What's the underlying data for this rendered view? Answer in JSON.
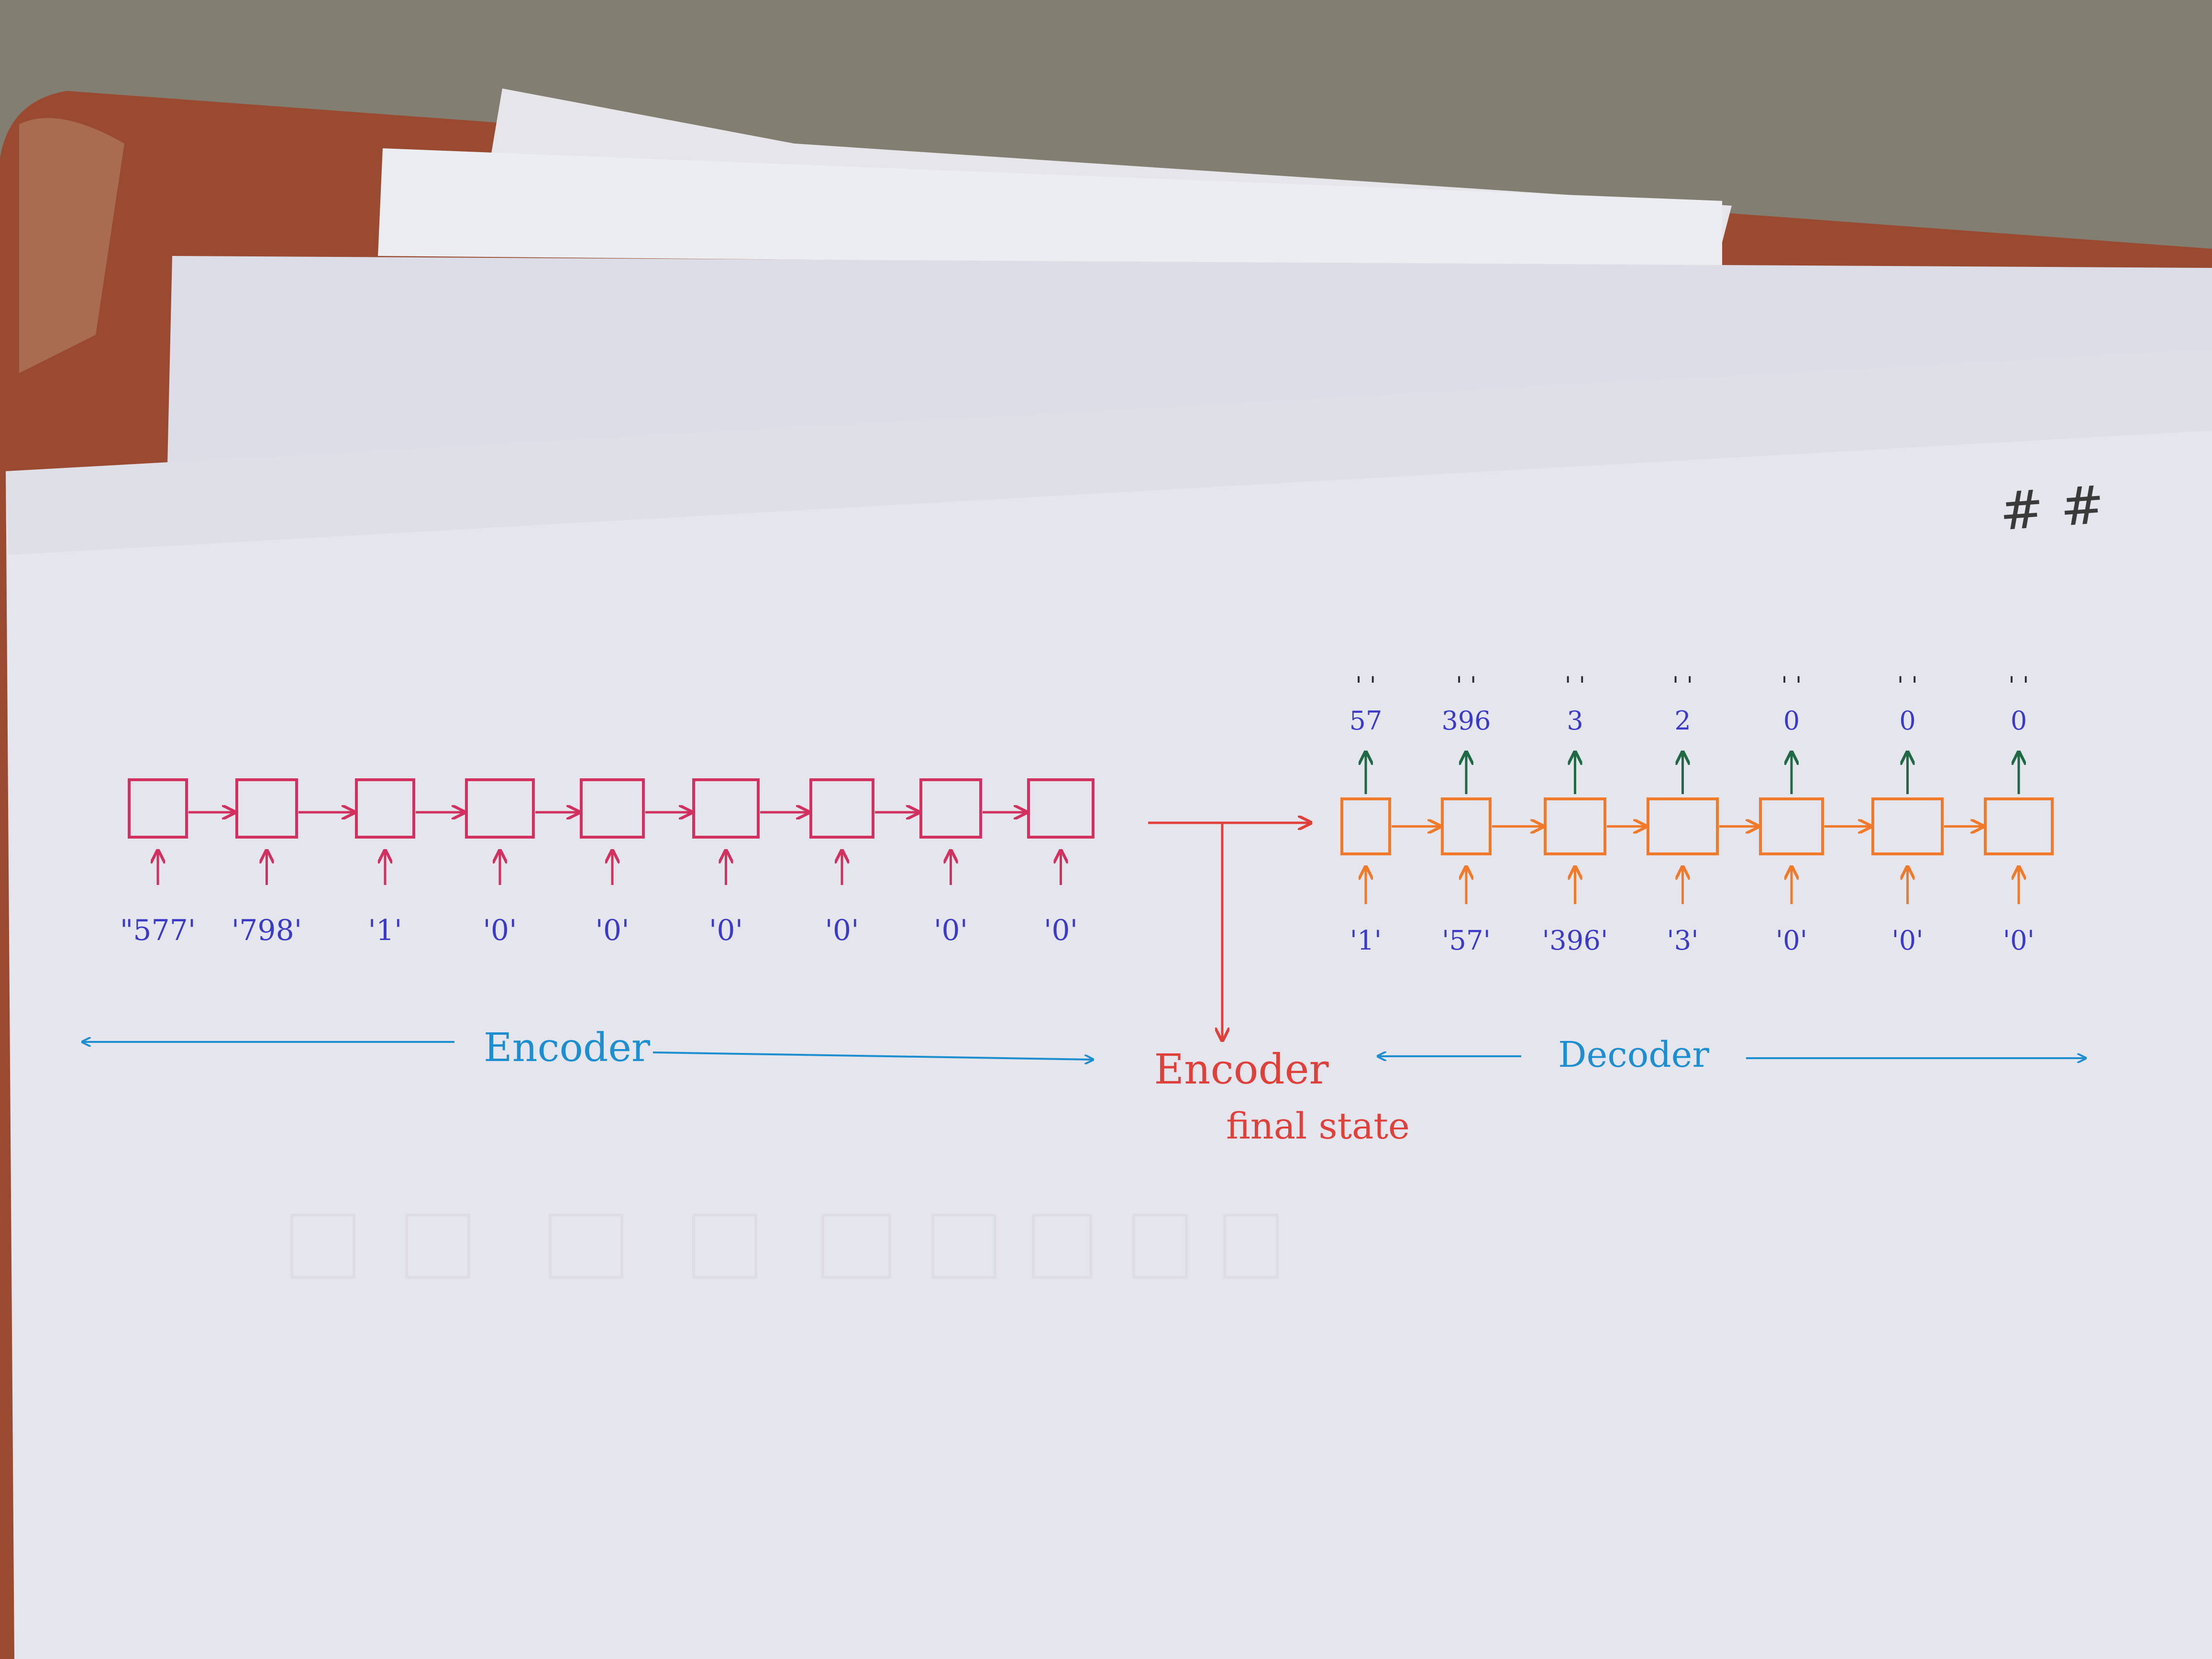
{
  "page_mark": "# #",
  "encoder": {
    "inputs": [
      "\"577'",
      "'798'",
      "'1'",
      "'0'",
      "'0'",
      "'0'",
      "'0'",
      "'0'",
      "'0'"
    ],
    "label": "Encoder"
  },
  "decoder": {
    "inputs": [
      "'1'",
      "'57'",
      "'396'",
      "'3'",
      "'0'",
      "'0'",
      "'0'"
    ],
    "outputs": [
      "' '\n57",
      "' '\n396",
      "' '\n3",
      "' '\n2",
      "' '\n0",
      "' '\n0",
      "' '\n0"
    ],
    "label": "Decoder"
  },
  "state_label": [
    "Encoder",
    "final state"
  ],
  "colors": {
    "encoder_box": "#d2305f",
    "decoder_box": "#f07a2a",
    "output_arrow": "#1f6a45",
    "token_text": "#3b3bc8",
    "span_line": "#1d8ed0",
    "state_text": "#e0403a",
    "paper": "#e4e5ed",
    "paper_shadow": "#d6d7e0",
    "board": "#9a4a30",
    "stone": "#8d877a"
  }
}
